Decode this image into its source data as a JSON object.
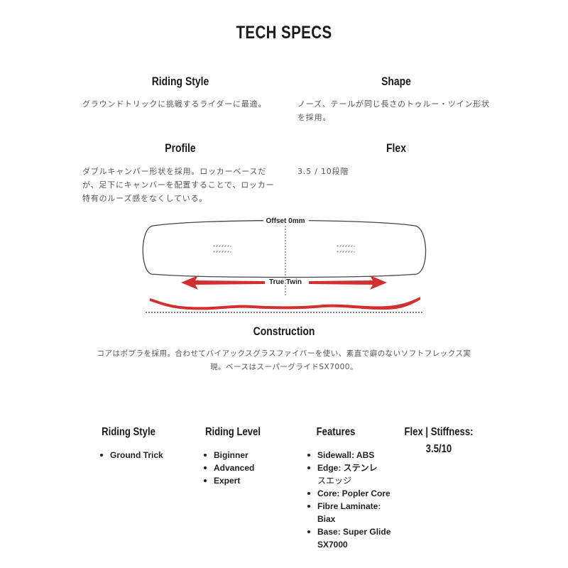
{
  "header": {
    "title": "TECH SPECS"
  },
  "specs": {
    "riding_style": {
      "heading": "Riding Style",
      "text": "グラウンドトリックに挑戦するライダーに最適。"
    },
    "shape": {
      "heading": "Shape",
      "line1": "ノーズ、テールが同じ長さのトゥルー・ツイン形状",
      "line2": "を採用。"
    },
    "profile": {
      "heading": "Profile",
      "line1": "ダブルキャンバー形状を採用。ロッカーベースだ",
      "line2": "が、足下にキャンバーを配置することで、ロッカー",
      "line3": "特有のルーズ感をなくしている。"
    },
    "flex": {
      "heading": "Flex",
      "text": "3.5 / 10段階"
    }
  },
  "diagram": {
    "offset_label": "Offset 0mm",
    "twin_label": "True Twin",
    "arrow_color": "#d22f2f"
  },
  "construction": {
    "heading": "Construction",
    "line1": "コアはポプラを採用。合わせてバイアックスグラスファイバーを使い、素直で癖のないソフトフレックス実",
    "line2": "現。ベースはスーパーグライドSX7000。"
  },
  "summary": {
    "riding_style": {
      "heading": "Riding Style",
      "items": [
        "Ground Trick"
      ]
    },
    "riding_level": {
      "heading": "Riding Level",
      "items": [
        "Biginner",
        "Advanced",
        "Expert"
      ]
    },
    "features": {
      "heading": "Features",
      "items": [
        {
          "l1": "Sidewall: ABS"
        },
        {
          "l1": "Edge: ステンレ",
          "l2": "スエッジ"
        },
        {
          "l1": "Core: Popler Core"
        },
        {
          "l1": "Fibre Laminate:",
          "l2": "Biax"
        },
        {
          "l1": "Base: Super Glide",
          "l2": "SX7000"
        }
      ]
    },
    "flex": {
      "heading": "Flex | Stiffness:",
      "value": "3.5/10"
    }
  }
}
